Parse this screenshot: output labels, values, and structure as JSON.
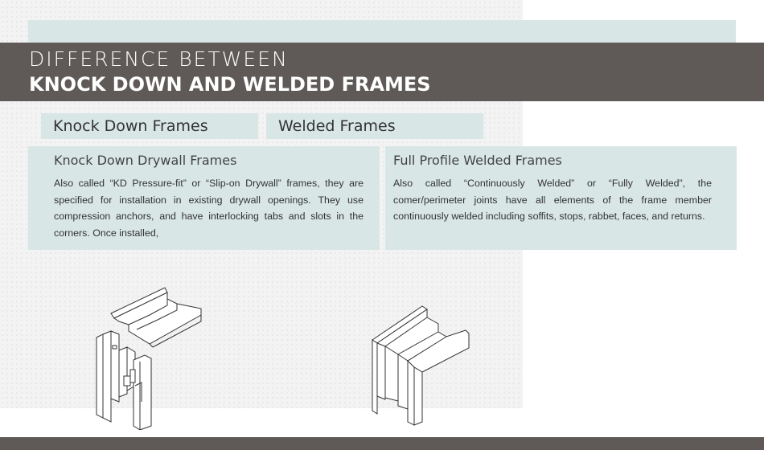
{
  "header": {
    "line1": "DIFFERENCE BETWEEN",
    "line2": "KNOCK DOWN AND WELDED FRAMES"
  },
  "tabs": [
    {
      "label": "Knock Down Frames"
    },
    {
      "label": "Welded Frames"
    }
  ],
  "panels": {
    "knock_down": {
      "title": "Knock Down Drywall Frames",
      "body": "Also called “KD Pressure-fit” or “Slip-on Drywall” frames, they are specified for installation in existing drywall openings. They use compression anchors, and have interlocking tabs and slots in the corners. Once installed,"
    },
    "welded": {
      "title": "Full Profile Welded Frames",
      "body": "Also called “Continuously Welded” or “Fully Welded”, the comer/perimeter joints have all elements of the frame member continuously welded including soffits, stops, rabbet, faces, and returns."
    }
  },
  "colors": {
    "band": "#5f5a58",
    "panel": "#d9e6e6"
  },
  "icons": [
    "knock-down-frame-illustration",
    "welded-frame-illustration"
  ]
}
